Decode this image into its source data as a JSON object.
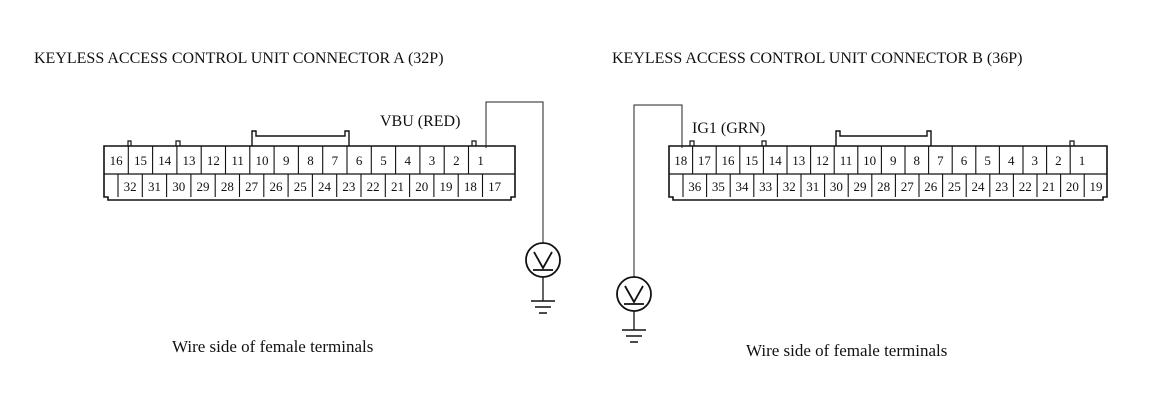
{
  "connectors": [
    {
      "title": "KEYLESS ACCESS CONTROL UNIT CONNECTOR A (32P)",
      "wire_label": "VBU (RED)",
      "caption": "Wire side of female terminals",
      "top_row": [
        "16",
        "15",
        "14",
        "13",
        "12",
        "11",
        "10",
        "9",
        "8",
        "7",
        "6",
        "5",
        "4",
        "3",
        "2",
        "1"
      ],
      "bottom_row": [
        "32",
        "31",
        "30",
        "29",
        "28",
        "27",
        "26",
        "25",
        "24",
        "23",
        "22",
        "21",
        "20",
        "19",
        "18",
        "17"
      ],
      "probe_terminal": "1",
      "meter_icon": "voltmeter-icon",
      "ground_icon": "ground-icon"
    },
    {
      "title": "KEYLESS ACCESS CONTROL UNIT CONNECTOR B (36P)",
      "wire_label": "IG1 (GRN)",
      "caption": "Wire side of female terminals",
      "top_row": [
        "18",
        "17",
        "16",
        "15",
        "14",
        "13",
        "12",
        "11",
        "10",
        "9",
        "8",
        "7",
        "6",
        "5",
        "4",
        "3",
        "2",
        "1"
      ],
      "bottom_row": [
        "36",
        "35",
        "34",
        "33",
        "32",
        "31",
        "30",
        "29",
        "28",
        "27",
        "26",
        "25",
        "24",
        "23",
        "22",
        "21",
        "20",
        "19"
      ],
      "probe_terminal": "18",
      "meter_icon": "voltmeter-icon",
      "ground_icon": "ground-icon"
    }
  ]
}
